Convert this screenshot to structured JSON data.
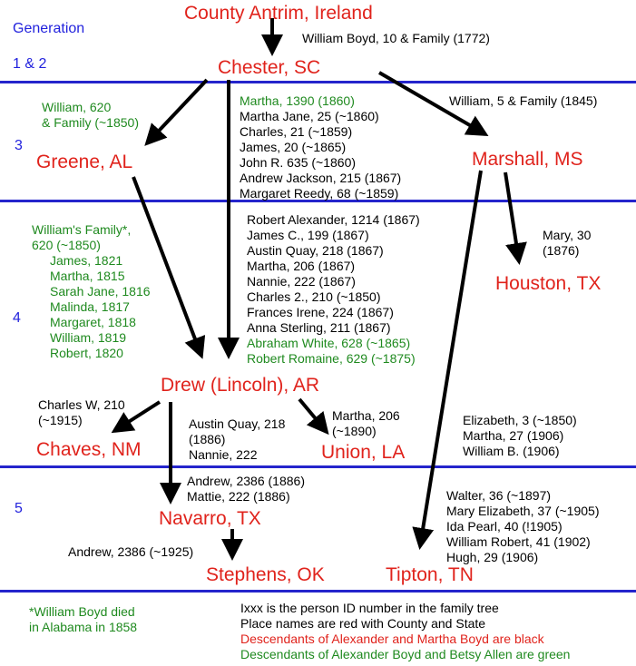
{
  "generation": {
    "title": "Generation",
    "g12": "1 & 2",
    "g3": "3",
    "g4": "4",
    "g5": "5"
  },
  "places": {
    "antrim": "County Antrim, Ireland",
    "chester": "Chester, SC",
    "greene": "Greene, AL",
    "marshall": "Marshall, MS",
    "houston": "Houston, TX",
    "drew": "Drew (Lincoln), AR",
    "chaves": "Chaves, NM",
    "union": "Union, LA",
    "navarro": "Navarro, TX",
    "stephens": "Stephens, OK",
    "tipton": "Tipton, TN"
  },
  "labels": {
    "william_boyd": "William Boyd, 10 & Family (1772)",
    "william_620_a": "William, 620",
    "william_620_b": "& Family (~1850)",
    "william_5": "William, 5 & Family (1845)",
    "chester_list": [
      {
        "text": "Martha, 1390 (1860)",
        "color": "green"
      },
      {
        "text": "Martha Jane, 25 (~1860)",
        "color": "black"
      },
      {
        "text": "Charles, 21 (~1859)",
        "color": "black"
      },
      {
        "text": "James, 20 (~1865)",
        "color": "black"
      },
      {
        "text": "John R. 635 (~1860)",
        "color": "black"
      },
      {
        "text": "Andrew Jackson, 215 (1867)",
        "color": "black"
      },
      {
        "text": "Margaret Reedy, 68 (~1859)",
        "color": "black"
      }
    ],
    "williams_family_a": "William's Family*,",
    "williams_family_b": "620 (~1850)",
    "williams_children": [
      "James, 1821",
      "Martha, 1815",
      "Sarah Jane, 1816",
      "Malinda, 1817",
      "Margaret, 1818",
      "William, 1819",
      "Robert, 1820"
    ],
    "drew_list": [
      {
        "text": "Robert Alexander, 1214 (1867)",
        "color": "black"
      },
      {
        "text": "James C., 199 (1867)",
        "color": "black"
      },
      {
        "text": "Austin Quay, 218 (1867)",
        "color": "black"
      },
      {
        "text": "Martha, 206 (1867)",
        "color": "black"
      },
      {
        "text": "Nannie, 222 (1867)",
        "color": "black"
      },
      {
        "text": "Charles 2., 210 (~1850)",
        "color": "black"
      },
      {
        "text": "Frances Irene, 224 (1867)",
        "color": "black"
      },
      {
        "text": "Anna Sterling, 211 (1867)",
        "color": "black"
      },
      {
        "text": "Abraham White, 628 (~1865)",
        "color": "green"
      },
      {
        "text": "Robert Romaine, 629 (~1875)",
        "color": "green"
      }
    ],
    "mary_a": "Mary, 30",
    "mary_b": "(1876)",
    "charles_w_a": "Charles W, 210",
    "charles_w_b": "(~1915)",
    "austin_a": "Austin Quay, 218",
    "austin_b": "(1886)",
    "austin_c": "Nannie, 222",
    "martha206_a": "Martha, 206",
    "martha206_b": "(~1890)",
    "elizabeth_list": [
      "Elizabeth, 3 (~1850)",
      "Martha, 27 (1906)",
      "William B. (1906)"
    ],
    "andrew_mattie": [
      "Andrew, 2386 (1886)",
      "Mattie, 222 (1886)"
    ],
    "walter_list": [
      "Walter, 36 (~1897)",
      "Mary Elizabeth, 37 (~1905)",
      "Ida Pearl, 40 (!1905)",
      "William Robert, 41 (1902)",
      "Hugh, 29 (1906)"
    ],
    "andrew_1925": "Andrew, 2386 (~1925)"
  },
  "footer": {
    "died_a": "*William Boyd died",
    "died_b": "in Alabama in 1858",
    "legend": [
      {
        "text": "Ixxx is the person ID number in the family tree",
        "color": "black"
      },
      {
        "text": "Place names are red with County and State",
        "color": "black"
      },
      {
        "text": "Descendants of Alexander and Martha Boyd are black",
        "color": "red"
      },
      {
        "text": "Descendants of Alexander Boyd and Betsy Allen are green",
        "color": "green"
      }
    ]
  },
  "colors": {
    "place": "#e0231c",
    "green": "#1f8a1f",
    "generation": "#2222dd",
    "divider": "#2424cc",
    "arrow": "#000000"
  }
}
